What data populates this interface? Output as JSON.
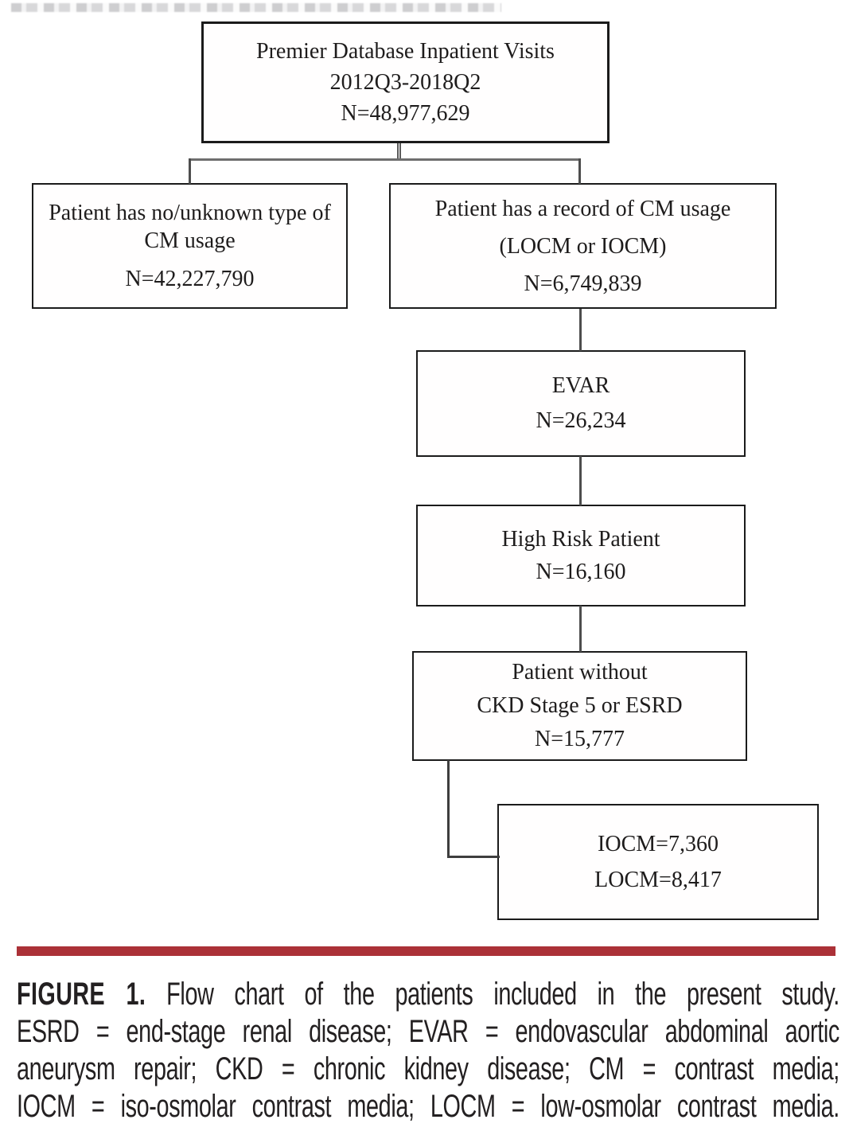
{
  "flowchart": {
    "nodes": {
      "root": {
        "lines": [
          "Premier Database Inpatient Visits",
          "2012Q3-2018Q2",
          "N=48,977,629"
        ]
      },
      "no_cm": {
        "lines": [
          "Patient has no/unknown type of",
          "CM usage",
          "N=42,227,790"
        ]
      },
      "cm": {
        "lines": [
          "Patient has a record of CM usage",
          "(LOCM or IOCM)",
          "N=6,749,839"
        ]
      },
      "evar": {
        "lines": [
          "EVAR",
          "N=26,234"
        ]
      },
      "high_risk": {
        "lines": [
          "High Risk Patient",
          "N=16,160"
        ]
      },
      "no_ckd5": {
        "lines": [
          "Patient without",
          "CKD Stage 5 or ESRD",
          "N=15,777"
        ]
      },
      "cohort": {
        "lines": [
          "IOCM=7,360",
          "LOCM=8,417"
        ]
      }
    },
    "box_border_color": "#1b1b1b",
    "connector_color": "#4d4d4d"
  },
  "caption": {
    "rule_color": "#ab3137",
    "label": "FIGURE 1.",
    "title": "Flow chart of the patients included in the present study.",
    "lines": [
      "ESRD = end-stage renal disease; EVAR = endovascular abdominal aortic",
      "aneurysm repair; CKD = chronic kidney disease; CM = contrast media;",
      "IOCM = iso-osmolar contrast media; LOCM = low-osmolar contrast media."
    ]
  }
}
